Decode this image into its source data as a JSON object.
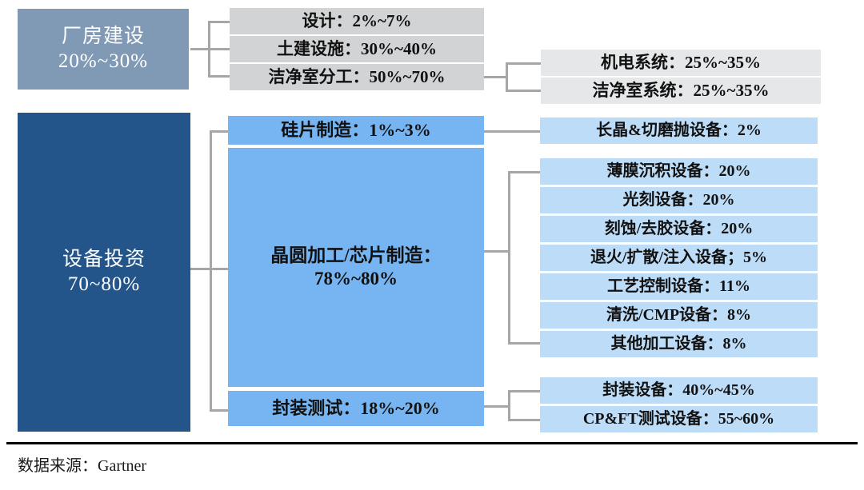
{
  "diagram": {
    "roots": [
      {
        "id": "factory",
        "label": "厂房建设\n20%~30%"
      },
      {
        "id": "equipment",
        "label": "设备投资\n70~80%"
      }
    ],
    "factory_children": [
      {
        "label": "设计：2%~7%"
      },
      {
        "label": "土建设施：30%~40%"
      },
      {
        "label": "洁净室分工：50%~70%"
      }
    ],
    "cleanroom_children": [
      {
        "label": "机电系统：25%~35%"
      },
      {
        "label": "洁净室系统：25%~35%"
      }
    ],
    "equipment_children": [
      {
        "label": "硅片制造：1%~3%"
      },
      {
        "label": "晶圆加工/芯片制造：\n78%~80%"
      },
      {
        "label": "封装测试：18%~20%"
      }
    ],
    "silicon_children": [
      {
        "label": "长晶&切磨抛设备：2%"
      }
    ],
    "wafer_children": [
      {
        "label": "薄膜沉积设备：20%"
      },
      {
        "label": "光刻设备：20%"
      },
      {
        "label": "刻蚀/去胶设备：20%"
      },
      {
        "label": "退火/扩散/注入设备；5%"
      },
      {
        "label": "工艺控制设备：11%"
      },
      {
        "label": "清洗/CMP设备：8%"
      },
      {
        "label": "其他加工设备：8%"
      }
    ],
    "packaging_children": [
      {
        "label": "封装设备：40%~45%"
      },
      {
        "label": "CP&FT测试设备：55~60%"
      }
    ]
  },
  "footer": {
    "source": "数据来源：Gartner"
  },
  "colors": {
    "root_factory_bg": "#8099b5",
    "root_equipment_bg": "#23558a",
    "gray_level2_bg": "#d2d3d4",
    "gray_level3_bg": "#e6e7e8",
    "mid_blue_bg": "#76b5f2",
    "light_blue_bg": "#bddcf7",
    "connector": "#a6a6a6",
    "text_dark": "#111111",
    "text_light": "#ffffff"
  }
}
